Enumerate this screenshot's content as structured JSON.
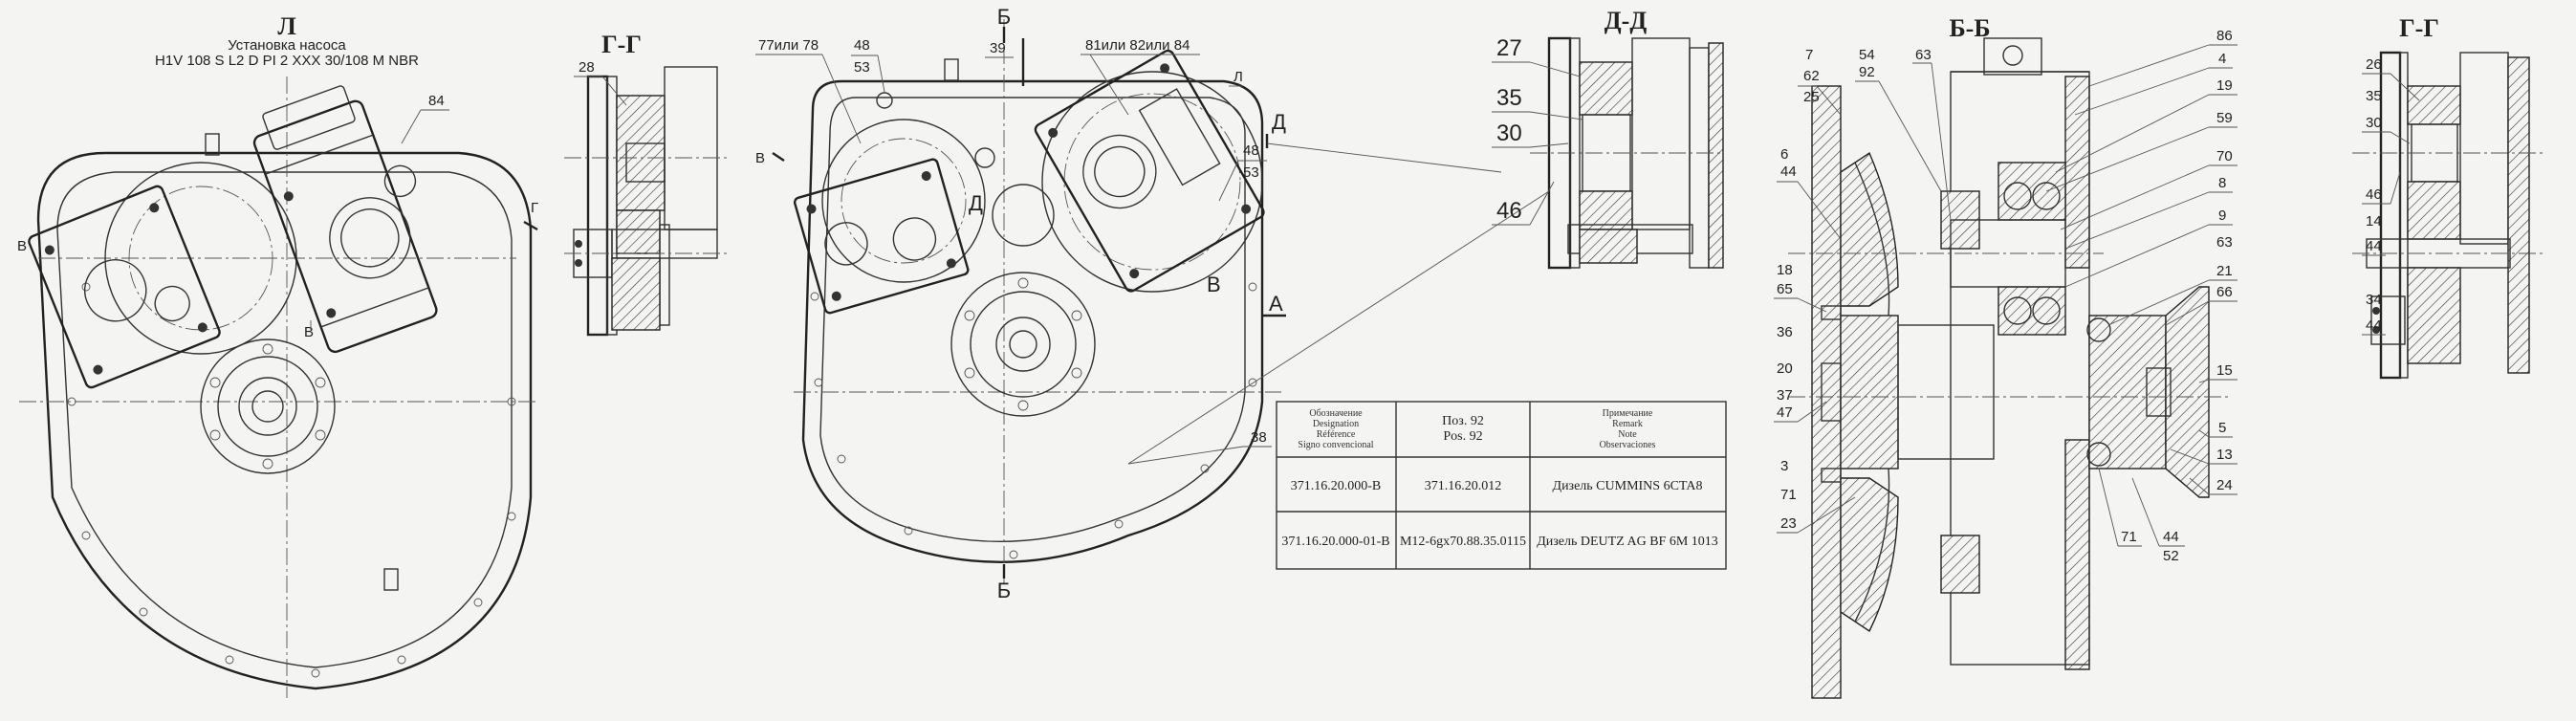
{
  "views": {
    "L": {
      "title": "Л",
      "subtitle": "Установка насоса",
      "spec": "H1V 108 S L2 D PI 2 XXX 30/108 M NBR",
      "callouts": [
        "84",
        "В",
        "Г",
        "В"
      ]
    },
    "GG1": {
      "title": "Г-Г",
      "callouts": [
        "28"
      ]
    },
    "front": {
      "callouts": [
        "77или 78",
        "48",
        "53",
        "Б",
        "39",
        "81или 82или 84",
        "Л",
        "Д",
        "48",
        "53",
        "В",
        "Д",
        "А",
        "38",
        "Б",
        "В"
      ]
    },
    "DD": {
      "title": "Д-Д",
      "callouts": [
        "27",
        "35",
        "30",
        "46"
      ]
    },
    "BB": {
      "title": "Б-Б",
      "left_callouts": [
        "7",
        "62",
        "25",
        "54",
        "92",
        "63",
        "6",
        "44",
        "18",
        "65",
        "36",
        "20",
        "37",
        "47",
        "3",
        "71",
        "23"
      ],
      "right_callouts": [
        "86",
        "4",
        "19",
        "59",
        "70",
        "8",
        "9",
        "63",
        "21",
        "66",
        "15",
        "5",
        "13",
        "24",
        "71",
        "44",
        "52"
      ]
    },
    "GG2": {
      "title": "Г-Г",
      "callouts": [
        "26",
        "35",
        "30",
        "46",
        "14",
        "44",
        "34",
        "44"
      ]
    }
  },
  "table": {
    "headers": [
      [
        "Обозначение",
        "Designation",
        "Référence",
        "Signo convencional"
      ],
      [
        "Поз. 92",
        "Pos. 92"
      ],
      [
        "Примечание",
        "Remark",
        "Note",
        "Observaciones"
      ]
    ],
    "rows": [
      [
        "371.16.20.000-В",
        "371.16.20.012",
        "Дизель CUMMINS 6CTA8"
      ],
      [
        "371.16.20.000-01-В",
        "M12-6gx70.88.35.0115",
        "Дизель DEUTZ AG BF 6M 1013"
      ]
    ]
  }
}
